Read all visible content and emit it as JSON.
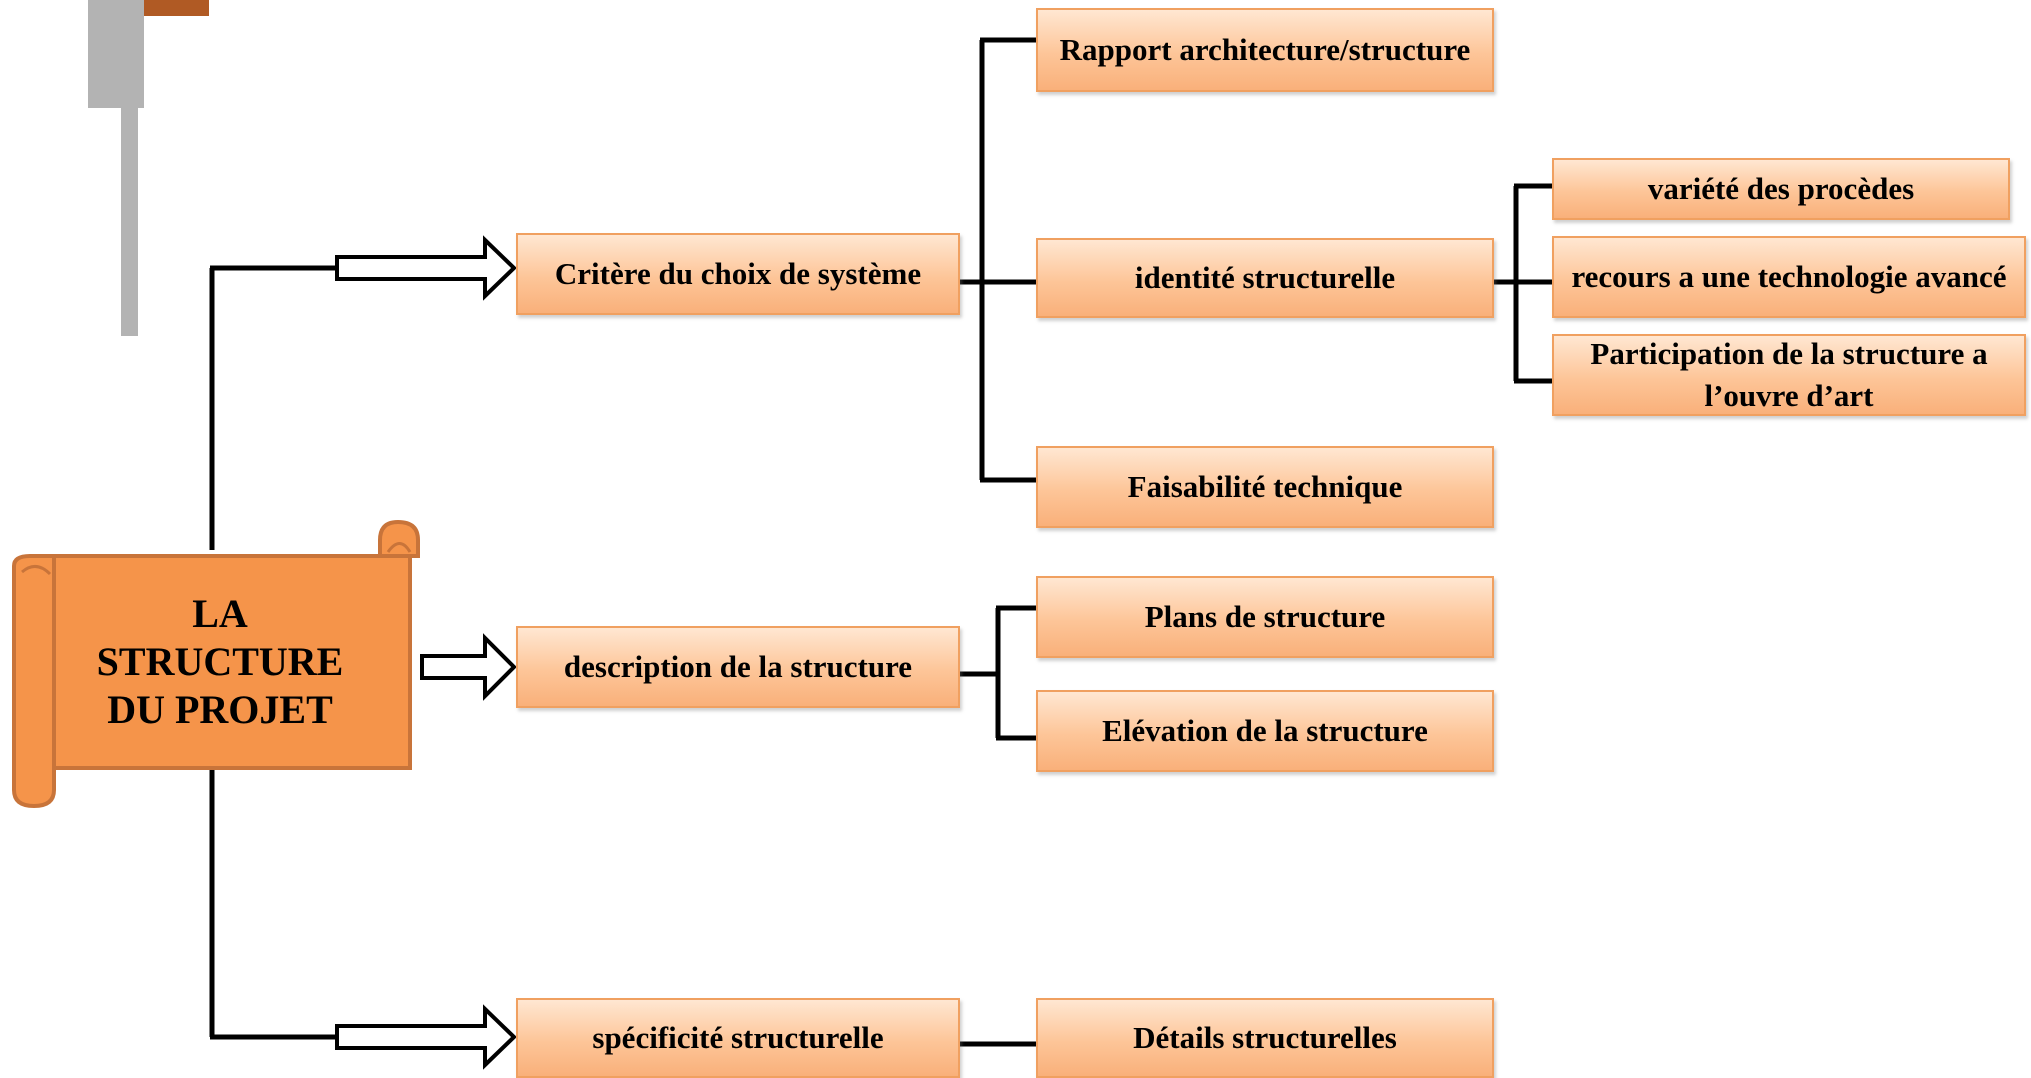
{
  "root": {
    "label_lines": [
      "LA",
      "STRUCTURE",
      "DU PROJET"
    ]
  },
  "branches": [
    {
      "label": "Critère du choix de système",
      "children": [
        {
          "label": "Rapport architecture/structure"
        },
        {
          "label": "identité structurelle",
          "children": [
            {
              "label": "variété  des procèdes"
            },
            {
              "label": "recours a une technologie avancé"
            },
            {
              "label": "Participation de la structure a l’ouvre d’art"
            }
          ]
        },
        {
          "label": "Faisabilité technique"
        }
      ]
    },
    {
      "label": "description de la structure",
      "children": [
        {
          "label": "Plans de structure"
        },
        {
          "label": "Elévation de la structure"
        }
      ]
    },
    {
      "label": "spécificité structurelle",
      "children": [
        {
          "label": "Détails structurelles"
        }
      ]
    }
  ],
  "colors": {
    "box_top": "#ffe7d2",
    "box_bottom": "#f9b07a",
    "box_border": "#f0a060",
    "scroll_fill": "#f5944a",
    "scroll_edge": "#c8743a",
    "connector": "#000000"
  }
}
